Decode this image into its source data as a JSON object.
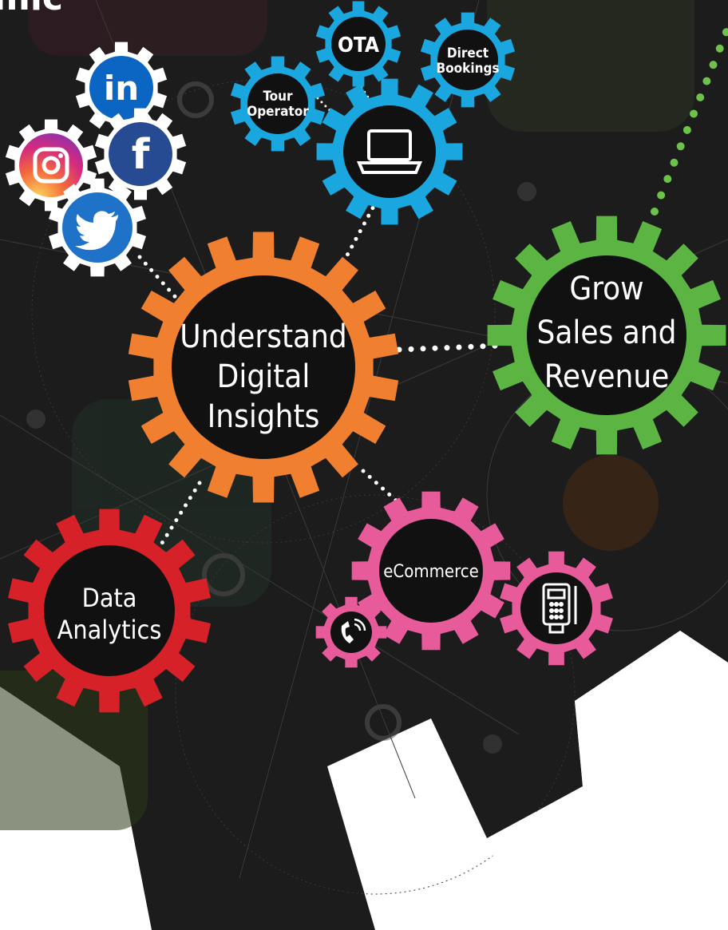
{
  "title_fragment": "mic",
  "gears": {
    "understand": {
      "lines": [
        "Understand",
        "Digital",
        "Insights"
      ],
      "color": "#f08030"
    },
    "grow": {
      "lines": [
        "Grow",
        "Sales and",
        "Revenue"
      ],
      "color": "#5cb542"
    },
    "data": {
      "lines": [
        "Data",
        "Analytics"
      ],
      "color": "#d62128"
    },
    "ecommerce": {
      "lines": [
        "eCommerce"
      ],
      "color": "#e85b9b"
    },
    "tour": {
      "lines": [
        "Tour",
        "Operator"
      ],
      "color": "#1aa7df"
    },
    "ota": {
      "lines": [
        "OTA"
      ],
      "color": "#1aa7df"
    },
    "direct": {
      "lines": [
        "Direct",
        "Bookings"
      ],
      "color": "#1aa7df"
    }
  },
  "icons": {
    "linkedin": "in",
    "facebook": "f"
  },
  "colors": {
    "background": "#1c1c1c",
    "white_gear": "#ffffff"
  }
}
